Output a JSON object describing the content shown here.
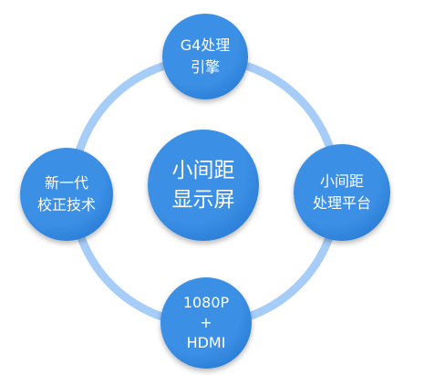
{
  "diagram": {
    "colors": {
      "ring": "#a6ccf8",
      "node": "#3b8fe4",
      "node_edge": "#1d6fcc",
      "text": "#ffffff"
    },
    "center": {
      "line1": "小间距",
      "line2": "显示屏"
    },
    "top": {
      "line1": "G4处理",
      "line2": "引擎"
    },
    "left": {
      "line1": "新一代",
      "line2": "校正技术"
    },
    "right": {
      "line1": "小间距",
      "line2": "处理平台"
    },
    "bottom": {
      "line1": "1080P",
      "line2": "+",
      "line3": "HDMI"
    }
  }
}
